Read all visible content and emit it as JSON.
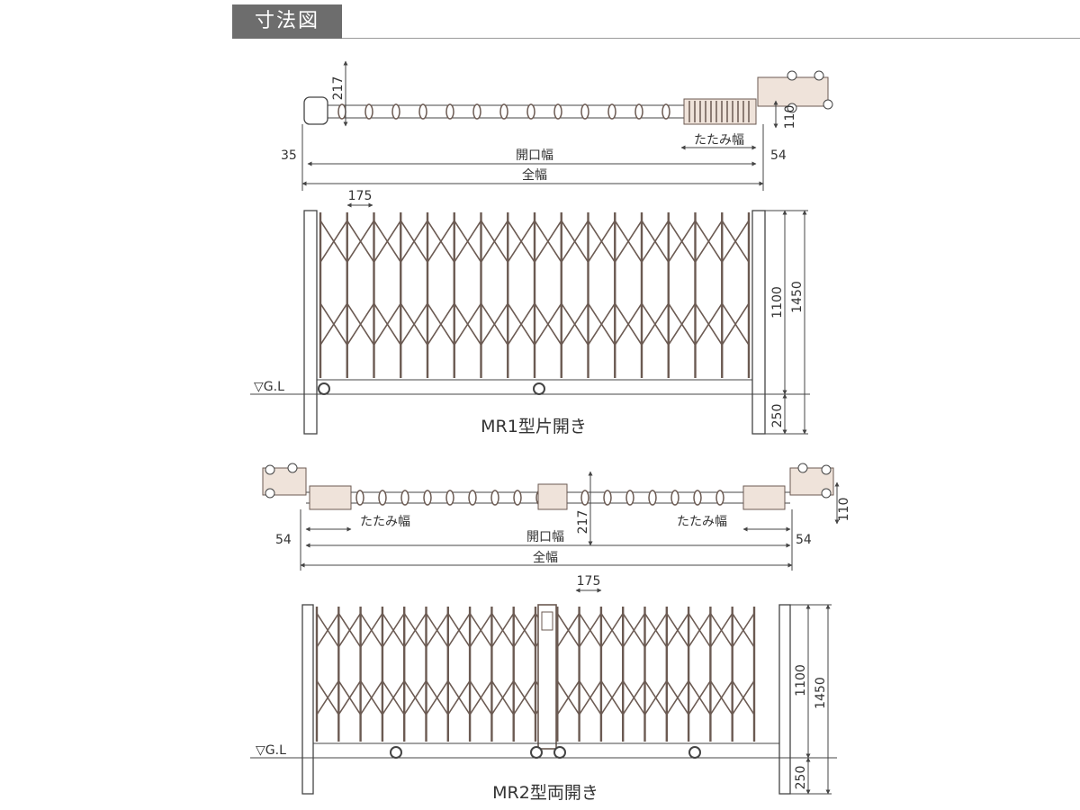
{
  "header": {
    "title": "寸法図"
  },
  "diagram1": {
    "caption": "MR1型片開き",
    "labels": {
      "opening": "開口幅",
      "total": "全幅",
      "folded": "たたみ幅",
      "ground": "▽G.L"
    },
    "dims": {
      "top_217": "217",
      "top_110": "110",
      "left_35": "35",
      "right_54": "54",
      "pitch_175": "175",
      "h_1100": "1100",
      "h_1450": "1450",
      "h_250": "250"
    }
  },
  "diagram2": {
    "caption": "MR2型両開き",
    "labels": {
      "opening": "開口幅",
      "total": "全幅",
      "folded_left": "たたみ幅",
      "folded_right": "たたみ幅",
      "ground": "▽G.L"
    },
    "dims": {
      "top_217": "217",
      "top_110": "110",
      "left_54": "54",
      "right_54": "54",
      "pitch_175": "175",
      "h_1100": "1100",
      "h_1450": "1450",
      "h_250": "250"
    }
  }
}
